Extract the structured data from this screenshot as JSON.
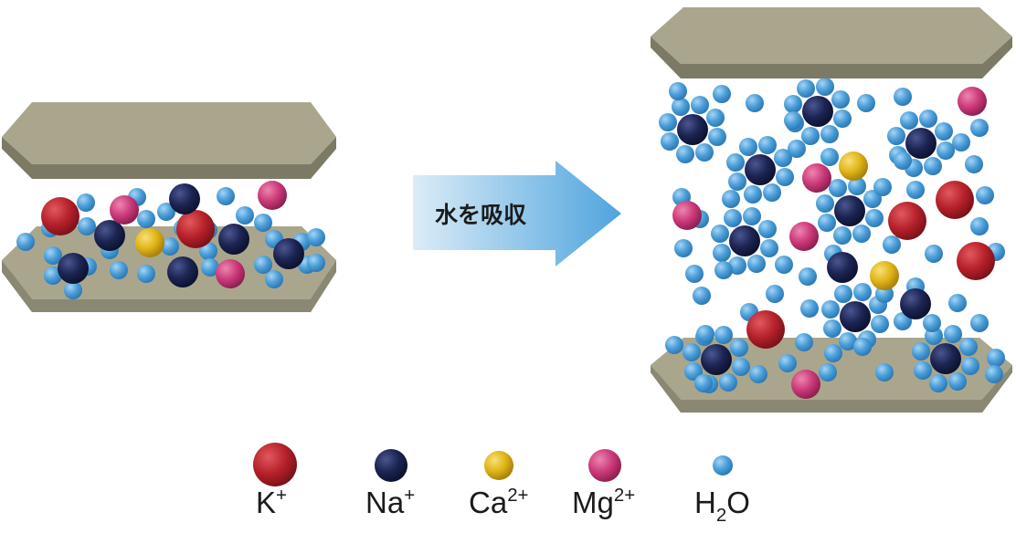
{
  "arrow": {
    "label": "水を吸収"
  },
  "colors": {
    "K": "#b8222b",
    "Na": "#1c2452",
    "Ca": "#e0b518",
    "Mg": "#cc3a7a",
    "H2O": "#4a9ed8",
    "plate": "#a9a68d",
    "arrow": "#62afe3"
  },
  "legend": [
    {
      "ion": "K",
      "base": "K",
      "sup": "+",
      "sub": "",
      "tail": ""
    },
    {
      "ion": "Na",
      "base": "Na",
      "sup": "+",
      "sub": "",
      "tail": ""
    },
    {
      "ion": "Ca",
      "base": "Ca",
      "sup": "2+",
      "sub": "",
      "tail": ""
    },
    {
      "ion": "Mg",
      "base": "Mg",
      "sup": "2+",
      "sub": "",
      "tail": ""
    },
    {
      "ion": "H2O",
      "base": "H",
      "sup": "",
      "sub": "2",
      "tail": "O"
    }
  ]
}
